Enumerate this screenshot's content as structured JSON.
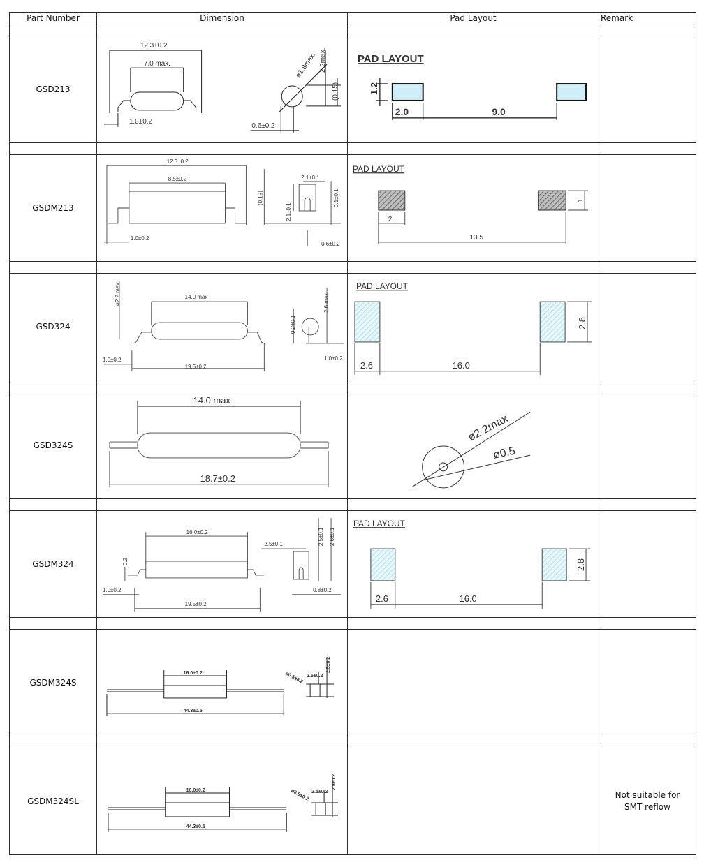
{
  "headers": {
    "part_number": "Part Number",
    "dimension": "Dimension",
    "pad_layout": "Pad Layout",
    "remark": "Remark"
  },
  "rows": [
    {
      "part": "GSD213",
      "dimension": {
        "overall": "12.3±0.2",
        "body": "7.0 max.",
        "lead": "1.0±0.2",
        "diameter": "ø1.8max.",
        "height": "2.2max.",
        "standoff": "(0.15)",
        "width": "0.6±0.2"
      },
      "pad": {
        "title": "PAD LAYOUT",
        "pad_h": "1.2",
        "pad_w": "2.0",
        "gap": "9.0"
      },
      "remark": ""
    },
    {
      "part": "GSDM213",
      "dimension": {
        "overall": "12.3±0.2",
        "body": "8.5±0.2",
        "lead": "1.0±0.2",
        "standoff": "(0.15)",
        "side_w": "2.1±0.1",
        "side_h": "2.1±0.1",
        "side_t": "0.1±0.1",
        "width": "0.6±0.2"
      },
      "pad": {
        "title": "PAD LAYOUT",
        "pad_h": "1",
        "pad_w": "2",
        "span": "13.5"
      },
      "remark": ""
    },
    {
      "part": "GSD324",
      "dimension": {
        "diameter": "ø2.2 max",
        "body": "14.0 max",
        "lead": "1.0±0.2",
        "overall": "19.5±0.2",
        "bend": "0.2±0.1",
        "height": "2.6 max",
        "width": "1.0±0.2"
      },
      "pad": {
        "title": "PAD LAYOUT",
        "pad_h": "2.8",
        "pad_w": "2.6",
        "gap": "16.0"
      },
      "remark": ""
    },
    {
      "part": "GSD324S",
      "dimension": {
        "body": "14.0 max",
        "overall": "18.7±0.2"
      },
      "pad": {
        "dia_outer": "ø2.2max",
        "dia_inner": "ø0.5"
      },
      "remark": ""
    },
    {
      "part": "GSDM324",
      "dimension": {
        "body": "16.0±0.2",
        "side_w": "2.5±0.1",
        "side_h1": "2.5±0.1",
        "side_h2": "2.6±0.1",
        "bend": "0.2",
        "lead": "1.0±0.2",
        "overall": "19.5±0.2",
        "width": "0.8±0.2"
      },
      "pad": {
        "title": "PAD LAYOUT",
        "pad_h": "2.8",
        "pad_w": "2.6",
        "gap": "16.0"
      },
      "remark": ""
    },
    {
      "part": "GSDM324S",
      "dimension": {
        "body": "16.0±0.2",
        "overall": "44.3±0.5",
        "lead_dia": "ø0.5±0.2",
        "side_w": "2.5±0.2",
        "side_h": "2.5±0.2"
      },
      "pad": {},
      "remark": ""
    },
    {
      "part": "GSDM324SL",
      "dimension": {
        "body": "16.0±0.2",
        "overall": "44.3±0.5",
        "lead_dia": "ø0.5±0.2",
        "side_w": "2.5±0.2",
        "side_h": "2.5±0.2"
      },
      "pad": {},
      "remark": "Not suitable for SMT reflow"
    }
  ]
}
